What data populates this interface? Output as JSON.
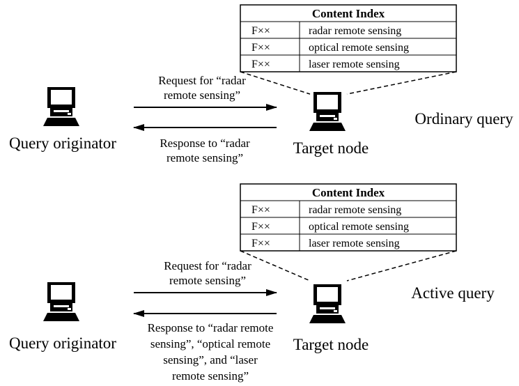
{
  "panels": [
    {
      "query_type": "Ordinary query",
      "index_title": "Content Index",
      "rows": [
        {
          "code": "F××",
          "topic": "radar remote sensing"
        },
        {
          "code": "F××",
          "topic": "optical remote sensing"
        },
        {
          "code": "F××",
          "topic": "laser remote sensing"
        }
      ],
      "originator_label": "Query originator",
      "target_label": "Target node",
      "request_lines": [
        "Request for “radar",
        "remote sensing”"
      ],
      "response_lines": [
        "Response to “radar",
        "remote sensing”"
      ]
    },
    {
      "query_type": "Active query",
      "index_title": "Content Index",
      "rows": [
        {
          "code": "F××",
          "topic": "radar remote sensing"
        },
        {
          "code": "F××",
          "topic": "optical remote sensing"
        },
        {
          "code": "F××",
          "topic": "laser remote sensing"
        }
      ],
      "originator_label": "Query originator",
      "target_label": "Target node",
      "request_lines": [
        "Request for “radar",
        "remote sensing”"
      ],
      "response_lines": [
        "Response to “radar remote",
        "sensing”, “optical remote",
        "sensing”, and “laser",
        "remote sensing”"
      ]
    }
  ]
}
